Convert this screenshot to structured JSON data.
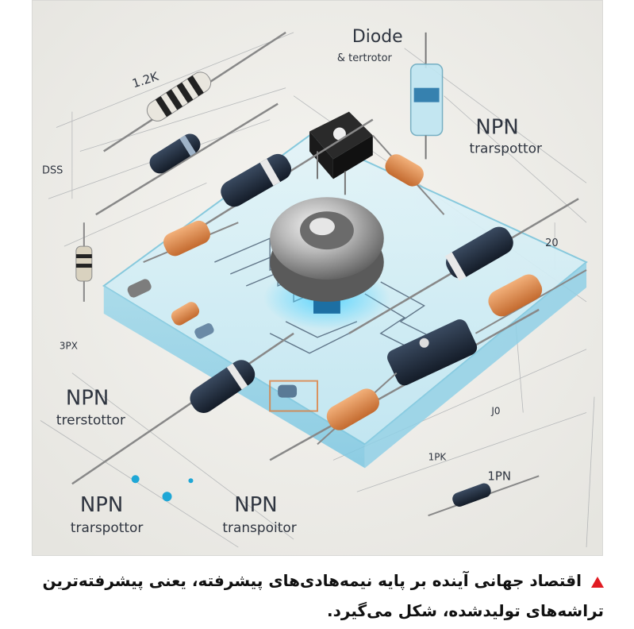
{
  "illustration": {
    "labels": {
      "diode_title": "Diode",
      "diode_subtitle": "& tertrotor",
      "npn_top_right": "NPN",
      "npn_top_right_sub": "trarspottor",
      "npn_left": "NPN",
      "npn_left_sub": "trerstottor",
      "npn_bottom_left": "NPN",
      "npn_bottom_left_sub": "trarspottor",
      "npn_bottom_mid": "NPN",
      "npn_bottom_mid_sub": "transpoitor",
      "resistor_value": "1.2K",
      "left_dim": "DSS",
      "left_mark": "3PX",
      "right_dim": "20",
      "bottom_value": "1PN",
      "bottom_mark": "1PK",
      "right_small": "J0"
    }
  },
  "caption": {
    "text": "اقتصاد جهانی آینده بر پایه نیمه‌هادی‌های پیشرفته، یعنی پیشرفته‌ترین تراشه‌های تولیدشده، شکل می‌گیرد."
  }
}
